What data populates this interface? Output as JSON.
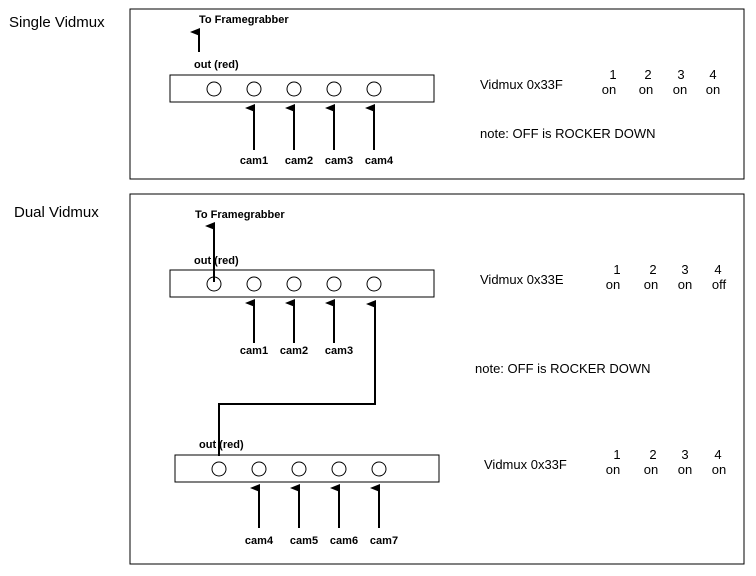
{
  "single": {
    "title": "Single Vidmux",
    "to_framegrabber": "To Framegrabber",
    "out_label": "out (red)",
    "cams": [
      "cam1",
      "cam2",
      "cam3",
      "cam4"
    ],
    "vidmux_label": "Vidmux 0x33F",
    "switch_numbers": [
      "1",
      "2",
      "3",
      "4"
    ],
    "switch_states": [
      "on",
      "on",
      "on",
      "on"
    ],
    "note": "note: OFF is ROCKER DOWN"
  },
  "dual": {
    "title": "Dual Vidmux",
    "to_framegrabber": "To Framegrabber",
    "top": {
      "out_label": "out (red)",
      "cams": [
        "cam1",
        "cam2",
        "cam3"
      ],
      "vidmux_label": "Vidmux 0x33E",
      "switch_numbers": [
        "1",
        "2",
        "3",
        "4"
      ],
      "switch_states": [
        "on",
        "on",
        "on",
        "off"
      ]
    },
    "note": "note: OFF is ROCKER DOWN",
    "bottom": {
      "out_label": "out (red)",
      "cams": [
        "cam4",
        "cam5",
        "cam6",
        "cam7"
      ],
      "vidmux_label": "Vidmux 0x33F",
      "switch_numbers": [
        "1",
        "2",
        "3",
        "4"
      ],
      "switch_states": [
        "on",
        "on",
        "on",
        "on"
      ]
    }
  }
}
